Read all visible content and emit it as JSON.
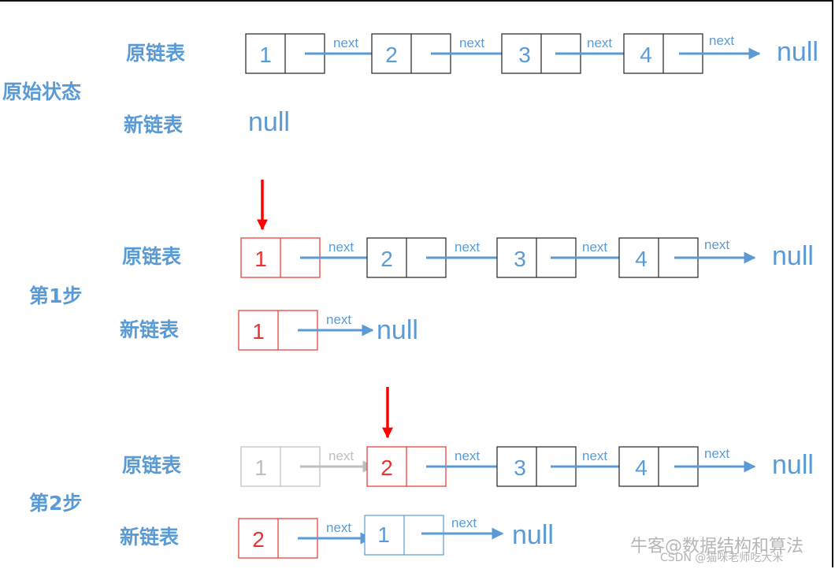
{
  "sections": [
    {
      "title": "原始状态",
      "original_label": "原链表",
      "original_nodes": [
        "1",
        "2",
        "3",
        "4"
      ],
      "original_tail": "null",
      "new_label": "新链表",
      "new_nodes": [],
      "new_tail": "null"
    },
    {
      "title": "第1步",
      "original_label": "原链表",
      "original_nodes": [
        "1",
        "2",
        "3",
        "4"
      ],
      "original_tail": "null",
      "new_label": "新链表",
      "new_nodes": [
        "1"
      ],
      "new_tail": "null"
    },
    {
      "title": "第2步",
      "original_label": "原链表",
      "original_nodes": [
        "1",
        "2",
        "3",
        "4"
      ],
      "original_tail": "null",
      "new_label": "新链表",
      "new_nodes": [
        "2",
        "1"
      ],
      "new_tail": "null"
    }
  ],
  "pointer_label": "next",
  "colors": {
    "text_blue": "#5b9bd5",
    "arrow_blue": "#5b9bd5",
    "node_border": "#222222",
    "highlight_red": "#e8332f",
    "pointer_red": "#ff0000",
    "faded_gray": "#bfbfbf"
  },
  "watermark": {
    "line1": "牛客@数据结构和算法",
    "line2": "CSDN @猫咪老师吃大米"
  }
}
